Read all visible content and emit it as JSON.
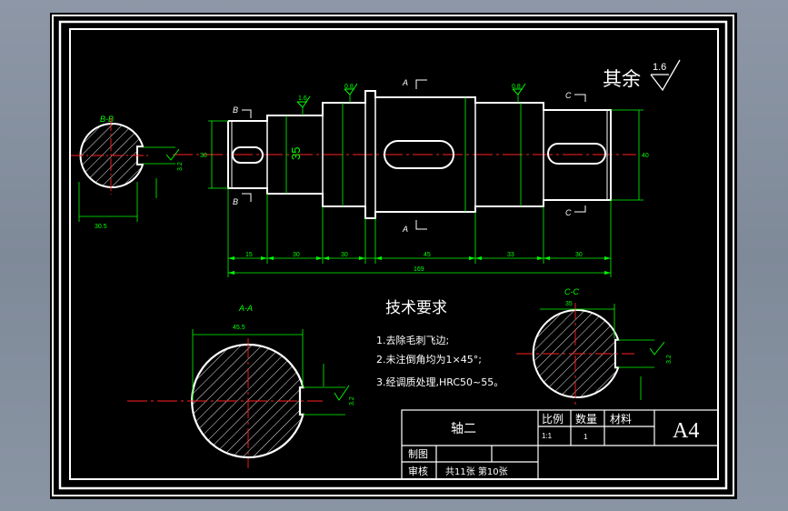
{
  "drawing": {
    "remark": "其余",
    "remark_roughness": "1.6",
    "tech_title": "技术要求",
    "tech_items": [
      "1.去除毛刺飞边;",
      "2.未注倒角均为1×45°;",
      "3.经调质处理,HRC50~55。"
    ]
  },
  "views": {
    "bb_label": "B-B",
    "aa_label": "A-A",
    "cc_label": "C-C",
    "section_a": "A",
    "section_b": "B",
    "section_c": "C"
  },
  "dims": {
    "top_rough_1": "1.6",
    "top_rough_2": "0.8",
    "top_rough_3": "0.8",
    "d35": "35",
    "d_left": "30",
    "d_right": "40",
    "len_1": "15",
    "len_2": "30",
    "len_3": "30",
    "len_4": "45",
    "len_5": "33",
    "len_6": "30",
    "total": "169",
    "bb_width": "30.5",
    "aa_width": "45.5",
    "cc_width": "35",
    "key_rough": "3.2"
  },
  "title_block": {
    "part_name": "轴二",
    "ratio_label": "比例",
    "qty_label": "数量",
    "material_label": "材料",
    "sheet_size": "A4",
    "ratio_value": "1:1",
    "qty_value": "1",
    "drawn_label": "制图",
    "checked_label": "审核",
    "sheet_info": "共11张 第10张"
  }
}
